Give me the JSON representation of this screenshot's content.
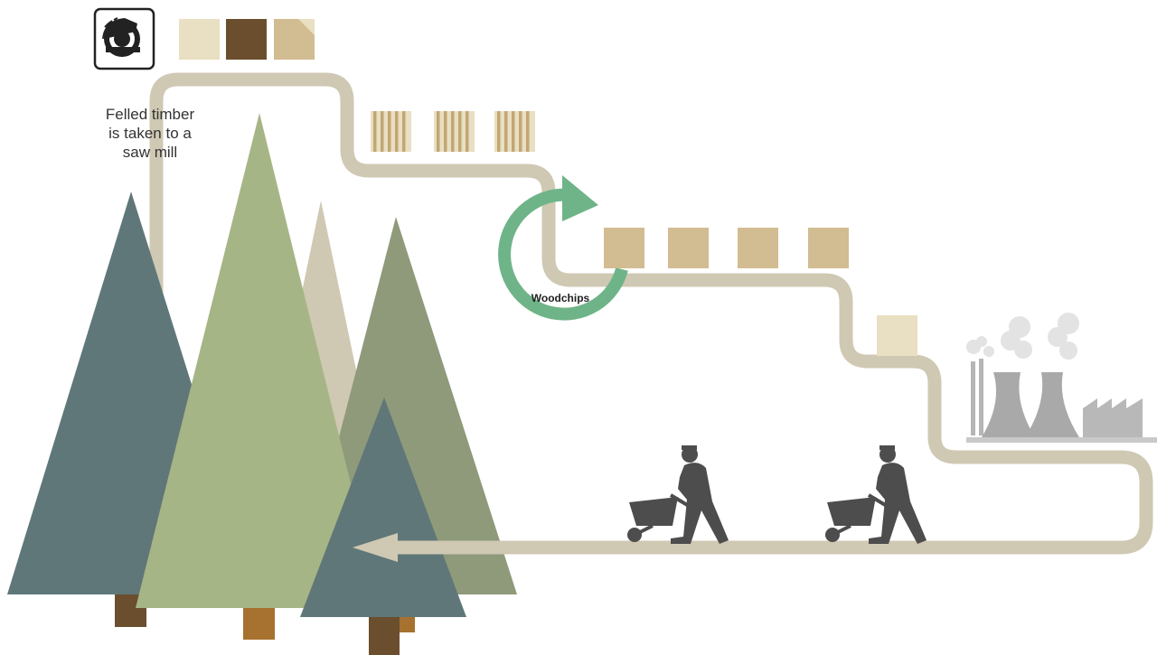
{
  "labels": {
    "felled_timber": [
      "Felled timber",
      "is taken to a",
      "saw mill"
    ],
    "woodchips": "Woodchips"
  },
  "icons": {
    "saw": "circular-saw-icon",
    "factory": "factory-icon",
    "worker": "wheelbarrow-worker-icon"
  },
  "colors": {
    "path": "#cfc8b3",
    "tree_blue": "#5f7778",
    "tree_light_green": "#a6b585",
    "tree_olive": "#8e9a7a",
    "tree_beige": "#cfc8b3",
    "trunk_dark": "#6b4e2e",
    "trunk_orange": "#a7712f",
    "woodchip_arrow": "#6fb488",
    "wood_light": "#e9dfc2",
    "wood_dark": "#6b4e2e",
    "wood_mid": "#d2bc91",
    "factory_grey": "#a9a9a9",
    "worker_grey": "#4d4d4d"
  }
}
